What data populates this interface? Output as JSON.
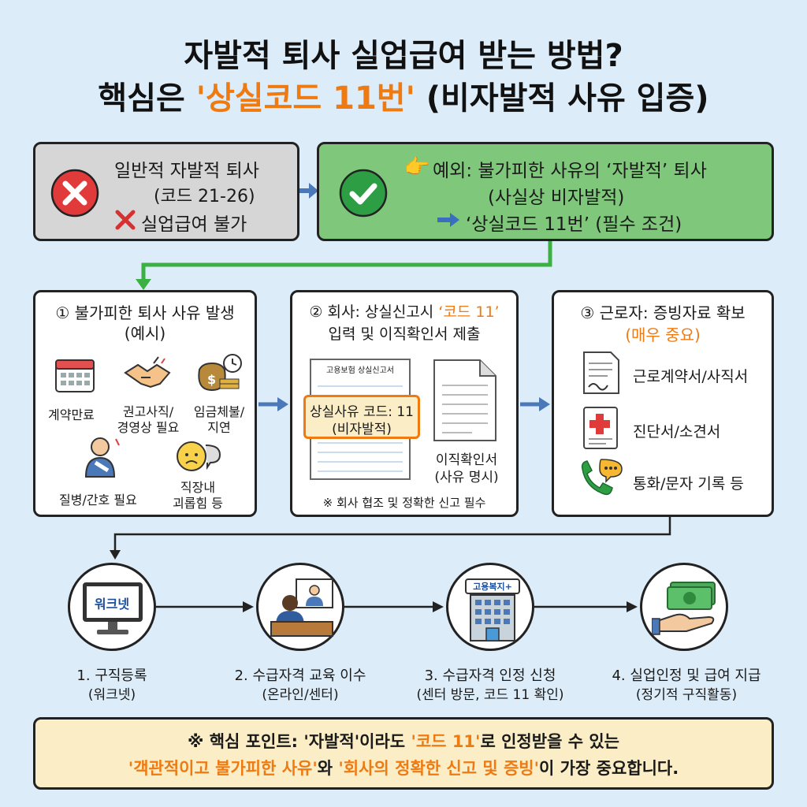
{
  "title": {
    "line1": "자발적 퇴사 실업급여 받는 방법?",
    "line2_prefix": "핵심은 ",
    "line2_highlight": "'상실코드 11번'",
    "line2_suffix": " (비자발적 사유 입증)"
  },
  "top_left": {
    "title": "일반적 자발적 퇴사",
    "codes": "(코드 21-26)",
    "result": "실업급여 불가"
  },
  "top_right": {
    "line1": "예외: 불가피한 사유의 ‘자발적’ 퇴사",
    "line2": "(사실상 비자발적)",
    "line3": "‘상실코드 11번’ (필수 조건)"
  },
  "panel1": {
    "title_line1": "① 불가피한 퇴사 사유 발생",
    "title_line2": "(예시)",
    "items": [
      "계약만료",
      "권고사직/",
      "경영상 필요",
      "임금체불/",
      "지연",
      "질병/간호 필요",
      "직장내",
      "괴롭힘 등"
    ]
  },
  "panel2": {
    "title_prefix": "② 회사: 상실신고시 ",
    "title_highlight": "‘코드 11’",
    "title_line2": "입력 및 이직확인서 제출",
    "form_header": "고용보험 상실신고서",
    "form_label_line1": "상실사유 코드: 11",
    "form_label_line2": "(비자발적)",
    "doc_label_line1": "이직확인서",
    "doc_label_line2": "(사유 명시)",
    "note": "※ 회사 협조 및 정확한 신고 필수"
  },
  "panel3": {
    "title": "③ 근로자: 증빙자료 확보",
    "subtitle": "(매우 중요)",
    "items": [
      "근로계약서/사직서",
      "진단서/소견서",
      "통화/문자 기록 등"
    ]
  },
  "steps": [
    {
      "icon_text": "워크넷",
      "label": "1. 구직등록",
      "sub": "(워크넷)"
    },
    {
      "icon_text": "",
      "label": "2. 수급자격 교육 이수",
      "sub": "(온라인/센터)"
    },
    {
      "icon_text": "고용복지+",
      "label": "3. 수급자격 인정 신청",
      "sub": "(센터 방문, 코드 11 확인)"
    },
    {
      "icon_text": "",
      "label": "4. 실업인정 및 급여 지급",
      "sub": "(정기적 구직활동)"
    }
  ],
  "footer": {
    "p1": "※ 핵심 포인트: '자발적'이라도 ",
    "p1_hl": "'코드 11'",
    "p1_end": "로 인정받을 수 있는",
    "p2_hl1": "'객관적이고 불가피한 사유'",
    "p2_mid": "와 ",
    "p2_hl2": "'회사의 정확한 신고 및 증빙'",
    "p2_end": "이 가장 중요합니다."
  },
  "colors": {
    "background": "#dcecf8",
    "accent_orange": "#f07a12",
    "green_box": "#7fc77a",
    "gray_box": "#d6d6d6",
    "arrow_blue": "#4a78b8",
    "arrow_green": "#3cb043"
  }
}
